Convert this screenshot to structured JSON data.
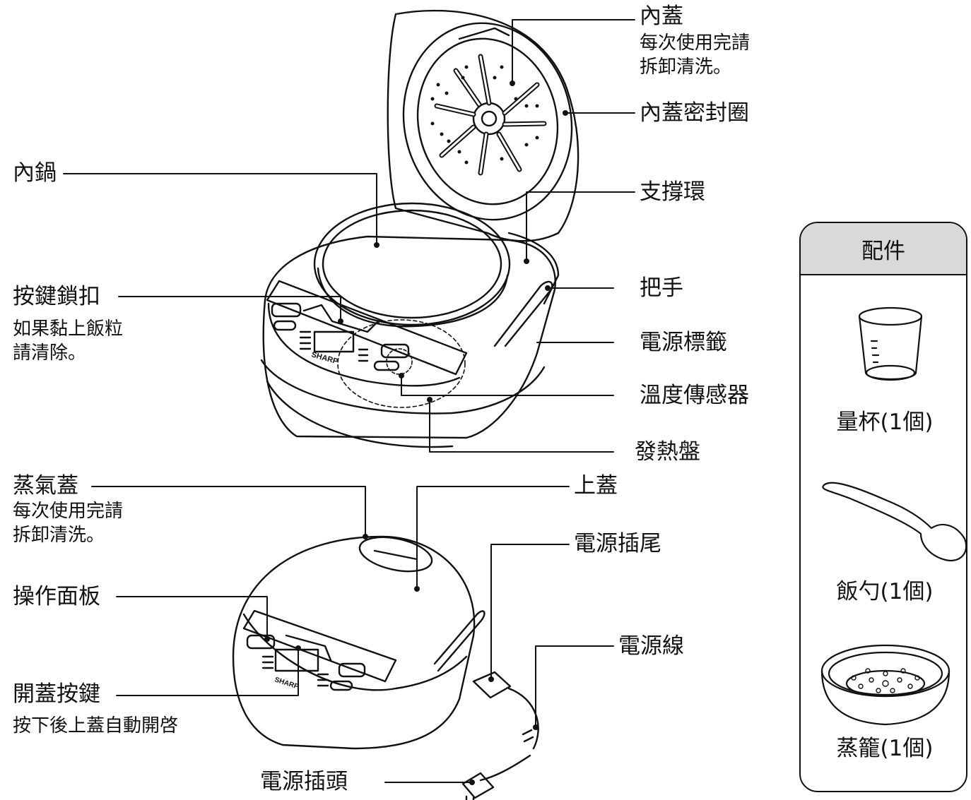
{
  "labels": {
    "inner_lid": "內蓋",
    "inner_lid_note": "每次使用完請\n拆卸清洗。",
    "inner_lid_seal": "內蓋密封圈",
    "inner_pot": "內鍋",
    "support_ring": "支撐環",
    "handle": "把手",
    "button_lock": "按鍵鎖扣",
    "button_lock_note": "如果黏上飯粒\n請清除。",
    "power_label": "電源標籤",
    "temp_sensor": "溫度傳感器",
    "heating_plate": "發熱盤",
    "steam_cap": "蒸氣蓋",
    "steam_cap_note": "每次使用完請\n拆卸清洗。",
    "top_lid": "上蓋",
    "power_plug_end": "電源插尾",
    "control_panel": "操作面板",
    "power_cord": "電源線",
    "lid_open_button": "開蓋按鍵",
    "lid_open_button_note": "按下後上蓋自動開啓",
    "power_plug": "電源插頭"
  },
  "brand": "SHARP",
  "accessories": {
    "title": "配件",
    "items": [
      {
        "name": "量杯(1個)",
        "icon": "measuring-cup-icon"
      },
      {
        "name": "飯勺(1個)",
        "icon": "rice-paddle-icon"
      },
      {
        "name": "蒸籠(1個)",
        "icon": "steam-basket-icon"
      }
    ]
  },
  "colors": {
    "line": "#111111",
    "accessory_header": "#d9d9d9"
  }
}
